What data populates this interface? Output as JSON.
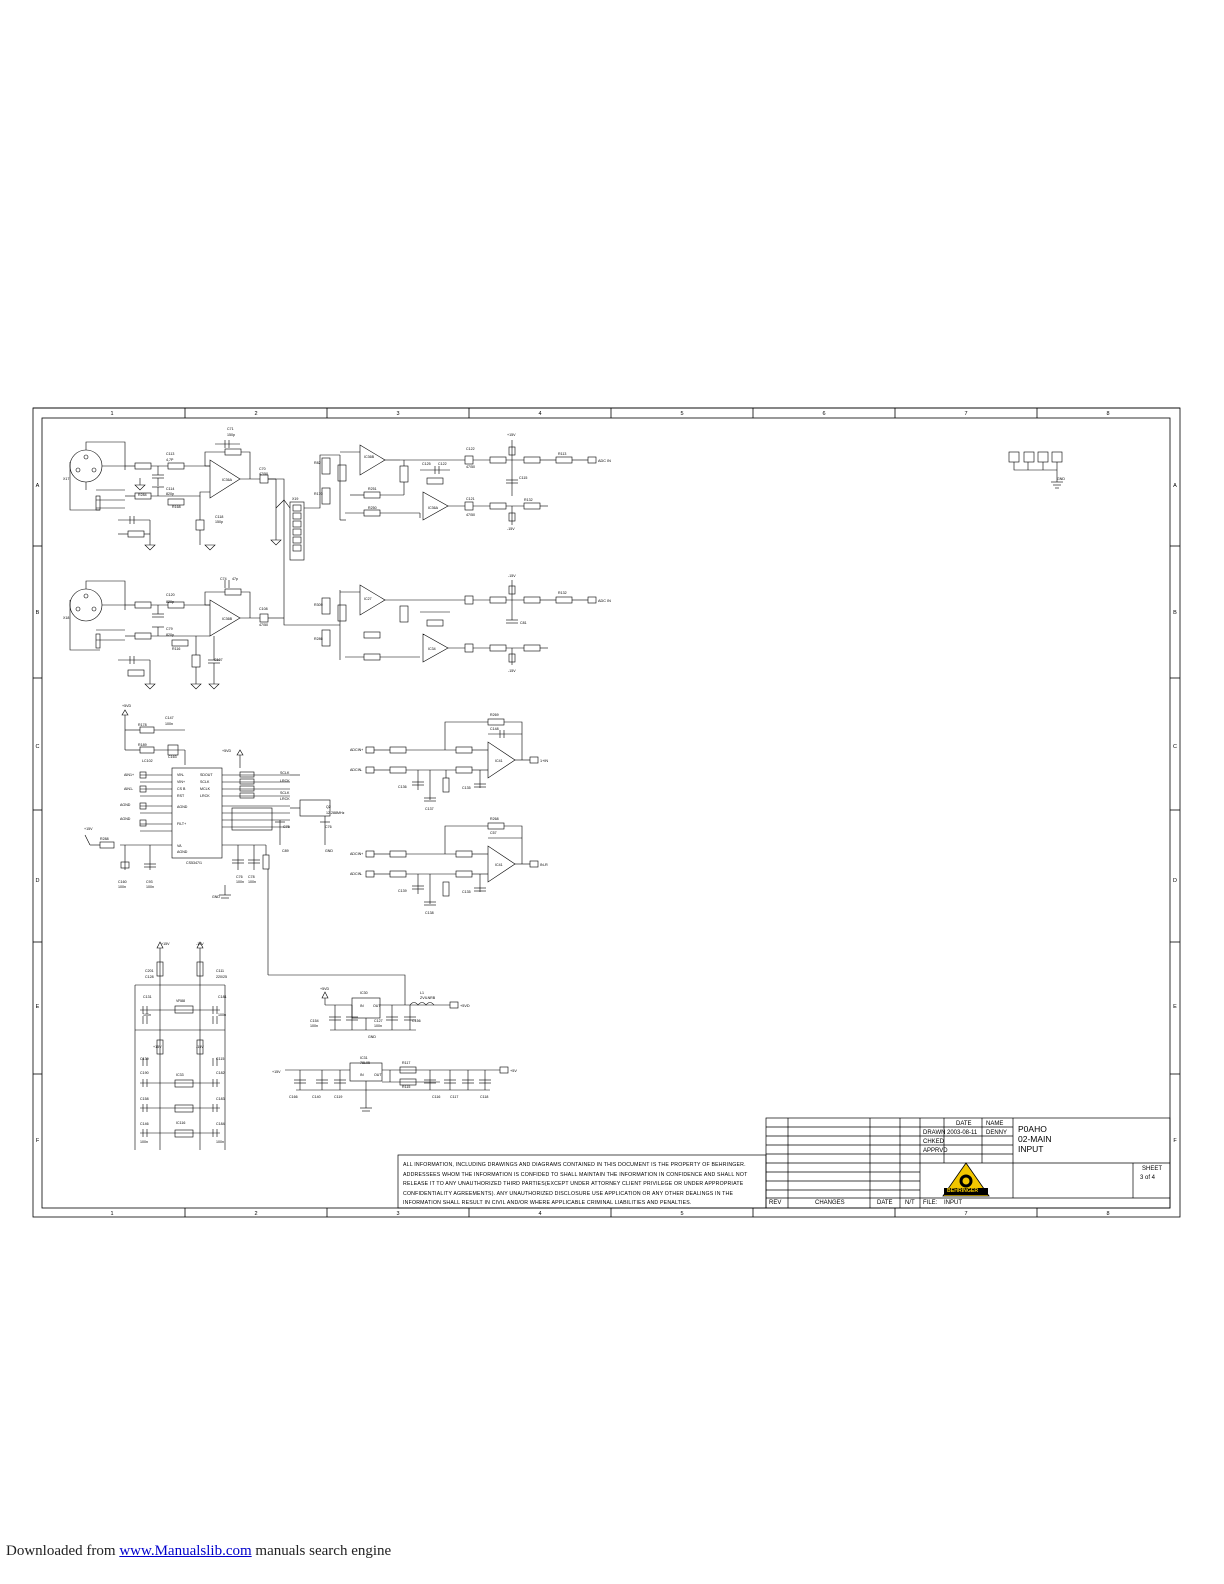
{
  "frame": {
    "columns": [
      "1",
      "2",
      "3",
      "4",
      "5",
      "6",
      "7",
      "8"
    ],
    "rows": [
      "A",
      "B",
      "C",
      "D",
      "E",
      "F"
    ]
  },
  "signals": {
    "out_a1": "ADC IN",
    "out_a2": "ADC IN",
    "out_b1": "ADC IN",
    "out_c": "1+IN",
    "out_d": "IN-R",
    "vr_out": "+5VD",
    "reg_out": "+5V",
    "reg_in": "+15V"
  },
  "title_block": {
    "date_label": "DATE",
    "name_label": "NAME",
    "drawn_label": "DRAWN",
    "drawn_date": "2003-08-11",
    "drawn_name": "DENNY",
    "checked_label": "CHKED",
    "approved_label": "APPRVD",
    "project": "P0AHO",
    "board": "02-MAIN",
    "sheet_title": "INPUT",
    "sheet_label": "SHEET",
    "sheet_of": "3 of 4",
    "rev_label": "REV",
    "changes_label": "CHANGES",
    "date_col_label": "DATE",
    "nt_label": "N/T",
    "file_label": "FILE:",
    "file_name": "INPUT",
    "logo_text": "BEHRINGER"
  },
  "notice": [
    "ALL INFORMATION, INCLUDING DRAWINGS AND DIAGRAMS CONTAINED IN THIS DOCUMENT IS THE PROPERTY OF BEHRINGER.",
    "ADDRESSEES WHOM THE INFORMATION IS CONFIDED TO SHALL MAINTAIN THE INFORMATION IN CONFIDENCE AND SHALL NOT",
    "RELEASE IT TO ANY UNAUTHORIZED THIRD PARTIES(EXCEPT UNDER ATTORNEY CLIENT PRIVILEGE OR UNDER APPROPRIATE",
    "CONFIDENTIALITY AGREEMENTS). ANY UNAUTHORIZED DISCLOSURE USE APPLICATION OR ANY OTHER DEALINGS IN THE",
    "INFORMATION SHALL RESULT IN CIVIL AND/OR WHERE APPLICABLE CRIMINAL LIABILITIES AND PENALTIES."
  ],
  "footer": {
    "prefix": "Downloaded from",
    "link": "www.Manualslib.com",
    "suffix": "manuals search engine"
  }
}
